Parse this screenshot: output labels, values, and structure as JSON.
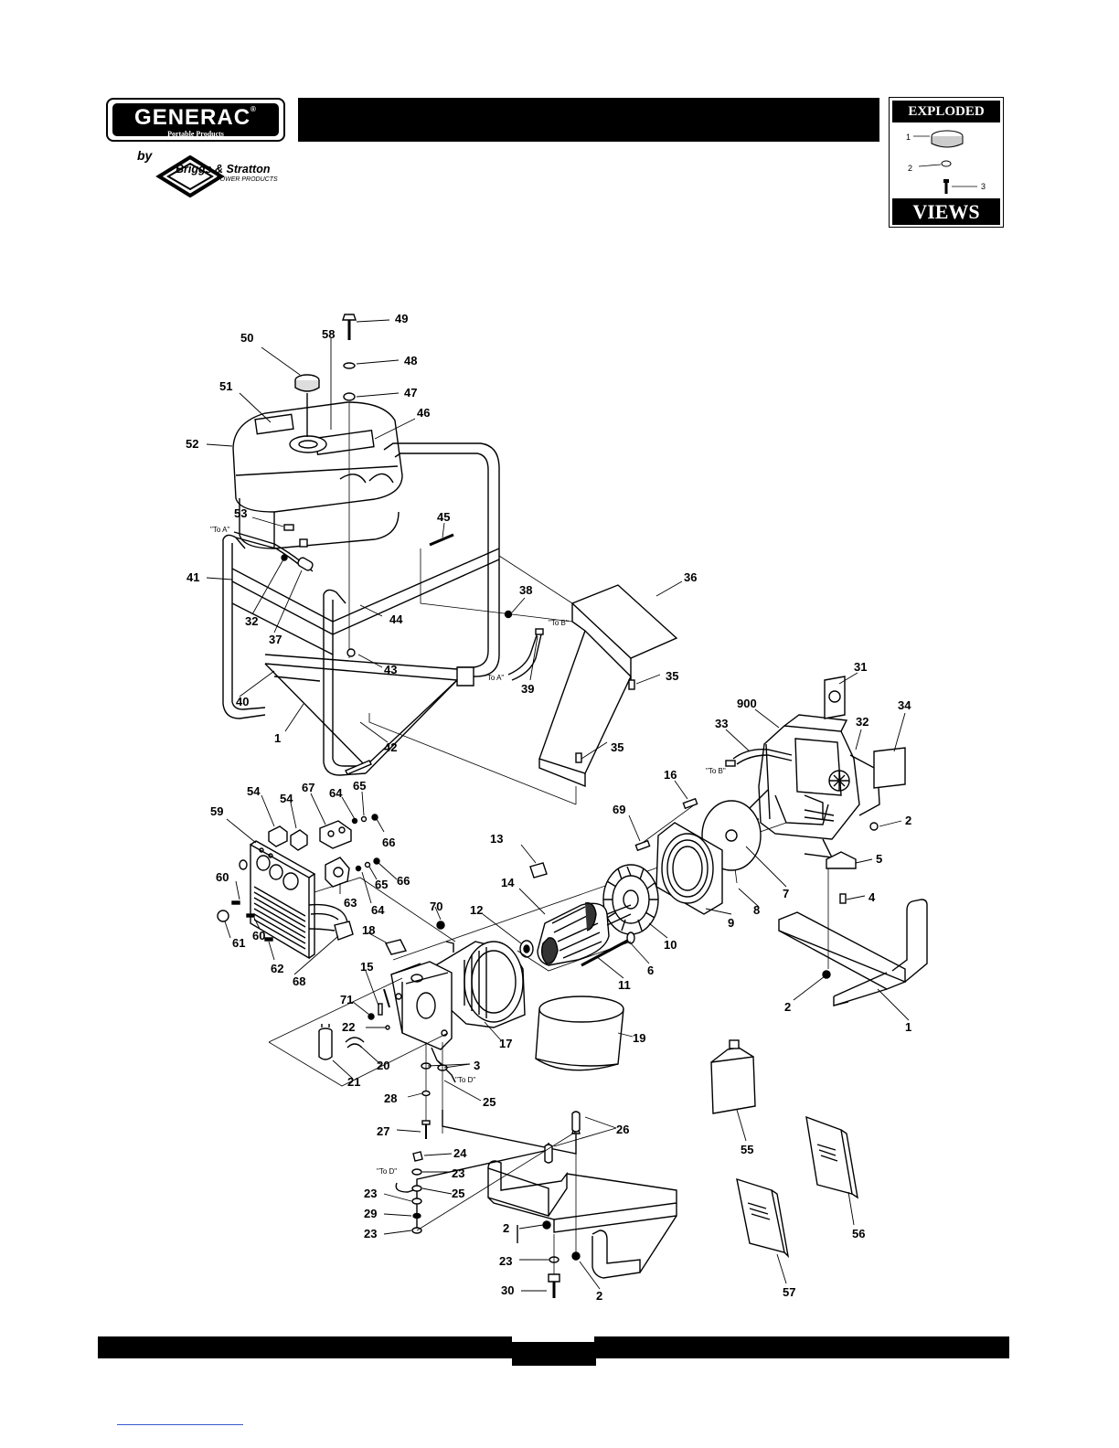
{
  "header": {
    "brand": "GENERAC",
    "brand_mark": "®",
    "brand_sub": "Portable Products",
    "by": "by",
    "partner": "Briggs & Stratton",
    "partner_sub": "POWER PRODUCTS"
  },
  "badge": {
    "top": "EXPLODED",
    "bottom": "VIEWS",
    "nums": [
      "1",
      "2",
      "3"
    ]
  },
  "callouts": [
    {
      "id": "49",
      "text": "49"
    },
    {
      "id": "50",
      "text": "50"
    },
    {
      "id": "58",
      "text": "58"
    },
    {
      "id": "48",
      "text": "48"
    },
    {
      "id": "51",
      "text": "51"
    },
    {
      "id": "47",
      "text": "47"
    },
    {
      "id": "46",
      "text": "46"
    },
    {
      "id": "52",
      "text": "52"
    },
    {
      "id": "53",
      "text": "53"
    },
    {
      "id": "45",
      "text": "45"
    },
    {
      "id": "41",
      "text": "41"
    },
    {
      "id": "36",
      "text": "36"
    },
    {
      "id": "38",
      "text": "38"
    },
    {
      "id": "32a",
      "text": "32"
    },
    {
      "id": "37",
      "text": "37"
    },
    {
      "id": "44",
      "text": "44"
    },
    {
      "id": "43",
      "text": "43"
    },
    {
      "id": "39",
      "text": "39"
    },
    {
      "id": "35a",
      "text": "35"
    },
    {
      "id": "40",
      "text": "40"
    },
    {
      "id": "1a",
      "text": "1"
    },
    {
      "id": "42",
      "text": "42"
    },
    {
      "id": "31",
      "text": "31"
    },
    {
      "id": "900",
      "text": "900"
    },
    {
      "id": "33",
      "text": "33"
    },
    {
      "id": "32b",
      "text": "32"
    },
    {
      "id": "34",
      "text": "34"
    },
    {
      "id": "35b",
      "text": "35"
    },
    {
      "id": "16",
      "text": "16"
    },
    {
      "id": "67",
      "text": "67"
    },
    {
      "id": "65a",
      "text": "65"
    },
    {
      "id": "54a",
      "text": "54"
    },
    {
      "id": "54b",
      "text": "54"
    },
    {
      "id": "64a",
      "text": "64"
    },
    {
      "id": "59",
      "text": "59"
    },
    {
      "id": "66a",
      "text": "66"
    },
    {
      "id": "69",
      "text": "69"
    },
    {
      "id": "2a",
      "text": "2"
    },
    {
      "id": "13",
      "text": "13"
    },
    {
      "id": "5",
      "text": "5"
    },
    {
      "id": "60a",
      "text": "60"
    },
    {
      "id": "65b",
      "text": "65"
    },
    {
      "id": "66b",
      "text": "66"
    },
    {
      "id": "63",
      "text": "63"
    },
    {
      "id": "14",
      "text": "14"
    },
    {
      "id": "7",
      "text": "7"
    },
    {
      "id": "4",
      "text": "4"
    },
    {
      "id": "8",
      "text": "8"
    },
    {
      "id": "64b",
      "text": "64"
    },
    {
      "id": "70",
      "text": "70"
    },
    {
      "id": "12",
      "text": "12"
    },
    {
      "id": "9",
      "text": "9"
    },
    {
      "id": "61",
      "text": "61"
    },
    {
      "id": "60b",
      "text": "60"
    },
    {
      "id": "10",
      "text": "10"
    },
    {
      "id": "18",
      "text": "18"
    },
    {
      "id": "6",
      "text": "6"
    },
    {
      "id": "62",
      "text": "62"
    },
    {
      "id": "68",
      "text": "68"
    },
    {
      "id": "15",
      "text": "15"
    },
    {
      "id": "11",
      "text": "11"
    },
    {
      "id": "2b",
      "text": "2"
    },
    {
      "id": "71",
      "text": "71"
    },
    {
      "id": "1b",
      "text": "1"
    },
    {
      "id": "22",
      "text": "22"
    },
    {
      "id": "19",
      "text": "19"
    },
    {
      "id": "17",
      "text": "17"
    },
    {
      "id": "20",
      "text": "20"
    },
    {
      "id": "3",
      "text": "3"
    },
    {
      "id": "21",
      "text": "21"
    },
    {
      "id": "28",
      "text": "28"
    },
    {
      "id": "25a",
      "text": "25"
    },
    {
      "id": "26",
      "text": "26"
    },
    {
      "id": "55",
      "text": "55"
    },
    {
      "id": "27",
      "text": "27"
    },
    {
      "id": "24",
      "text": "24"
    },
    {
      "id": "23a",
      "text": "23"
    },
    {
      "id": "25b",
      "text": "25"
    },
    {
      "id": "23b",
      "text": "23"
    },
    {
      "id": "29",
      "text": "29"
    },
    {
      "id": "2c",
      "text": "2"
    },
    {
      "id": "23c",
      "text": "23"
    },
    {
      "id": "56",
      "text": "56"
    },
    {
      "id": "23d",
      "text": "23"
    },
    {
      "id": "30",
      "text": "30"
    },
    {
      "id": "2d",
      "text": "2"
    },
    {
      "id": "57",
      "text": "57"
    }
  ],
  "notes": [
    {
      "id": "toA1",
      "text": "\"To A\""
    },
    {
      "id": "toB1",
      "text": "\"To B\""
    },
    {
      "id": "toA2",
      "text": "\"To A\""
    },
    {
      "id": "toB2",
      "text": "\"To B\""
    },
    {
      "id": "toD1",
      "text": "\"To D\""
    },
    {
      "id": "toD2",
      "text": "\"To D\""
    }
  ]
}
